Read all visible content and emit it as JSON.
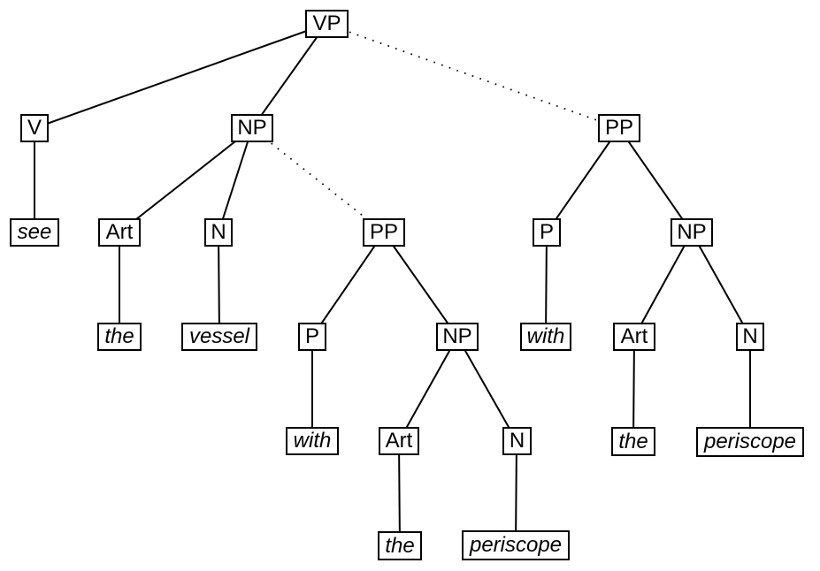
{
  "diagram": {
    "kind": "constituency-parse-tree",
    "root": "vp",
    "dotted_edges_meaning": "alternative PP attachment sites"
  },
  "tree": {
    "nodes": {
      "vp": {
        "label": "VP",
        "type": "phrase"
      },
      "v": {
        "label": "V",
        "type": "category"
      },
      "see": {
        "label": "see",
        "type": "word"
      },
      "np_object": {
        "label": "NP",
        "type": "phrase"
      },
      "art_object": {
        "label": "Art",
        "type": "category"
      },
      "the_object": {
        "label": "the",
        "type": "word"
      },
      "n_object": {
        "label": "N",
        "type": "category"
      },
      "vessel": {
        "label": "vessel",
        "type": "word"
      },
      "pp_middle": {
        "label": "PP",
        "type": "phrase"
      },
      "p_middle": {
        "label": "P",
        "type": "category"
      },
      "with_middle": {
        "label": "with",
        "type": "word"
      },
      "np_middle": {
        "label": "NP",
        "type": "phrase"
      },
      "art_middle": {
        "label": "Art",
        "type": "category"
      },
      "the_middle": {
        "label": "the",
        "type": "word"
      },
      "n_middle": {
        "label": "N",
        "type": "category"
      },
      "periscope_middle": {
        "label": "periscope",
        "type": "word"
      },
      "pp_right": {
        "label": "PP",
        "type": "phrase"
      },
      "p_right": {
        "label": "P",
        "type": "category"
      },
      "with_right": {
        "label": "with",
        "type": "word"
      },
      "np_right": {
        "label": "NP",
        "type": "phrase"
      },
      "art_right": {
        "label": "Art",
        "type": "category"
      },
      "the_right": {
        "label": "the",
        "type": "word"
      },
      "n_right": {
        "label": "N",
        "type": "category"
      },
      "periscope_right": {
        "label": "periscope",
        "type": "word"
      }
    },
    "edges": [
      {
        "from": "vp",
        "to": "v",
        "style": "solid"
      },
      {
        "from": "vp",
        "to": "np_object",
        "style": "solid"
      },
      {
        "from": "vp",
        "to": "pp_right",
        "style": "dotted"
      },
      {
        "from": "v",
        "to": "see",
        "style": "solid"
      },
      {
        "from": "np_object",
        "to": "art_object",
        "style": "solid"
      },
      {
        "from": "np_object",
        "to": "n_object",
        "style": "solid"
      },
      {
        "from": "np_object",
        "to": "pp_middle",
        "style": "dotted"
      },
      {
        "from": "art_object",
        "to": "the_object",
        "style": "solid"
      },
      {
        "from": "n_object",
        "to": "vessel",
        "style": "solid"
      },
      {
        "from": "pp_middle",
        "to": "p_middle",
        "style": "solid"
      },
      {
        "from": "pp_middle",
        "to": "np_middle",
        "style": "solid"
      },
      {
        "from": "p_middle",
        "to": "with_middle",
        "style": "solid"
      },
      {
        "from": "np_middle",
        "to": "art_middle",
        "style": "solid"
      },
      {
        "from": "np_middle",
        "to": "n_middle",
        "style": "solid"
      },
      {
        "from": "art_middle",
        "to": "the_middle",
        "style": "solid"
      },
      {
        "from": "n_middle",
        "to": "periscope_middle",
        "style": "solid"
      },
      {
        "from": "pp_right",
        "to": "p_right",
        "style": "solid"
      },
      {
        "from": "pp_right",
        "to": "np_right",
        "style": "solid"
      },
      {
        "from": "p_right",
        "to": "with_right",
        "style": "solid"
      },
      {
        "from": "np_right",
        "to": "art_right",
        "style": "solid"
      },
      {
        "from": "np_right",
        "to": "n_right",
        "style": "solid"
      },
      {
        "from": "art_right",
        "to": "the_right",
        "style": "solid"
      },
      {
        "from": "n_right",
        "to": "periscope_right",
        "style": "solid"
      }
    ]
  },
  "colors": {
    "background": "#ffffff",
    "line": "#000000",
    "box_border": "#000000",
    "text": "#000000"
  }
}
